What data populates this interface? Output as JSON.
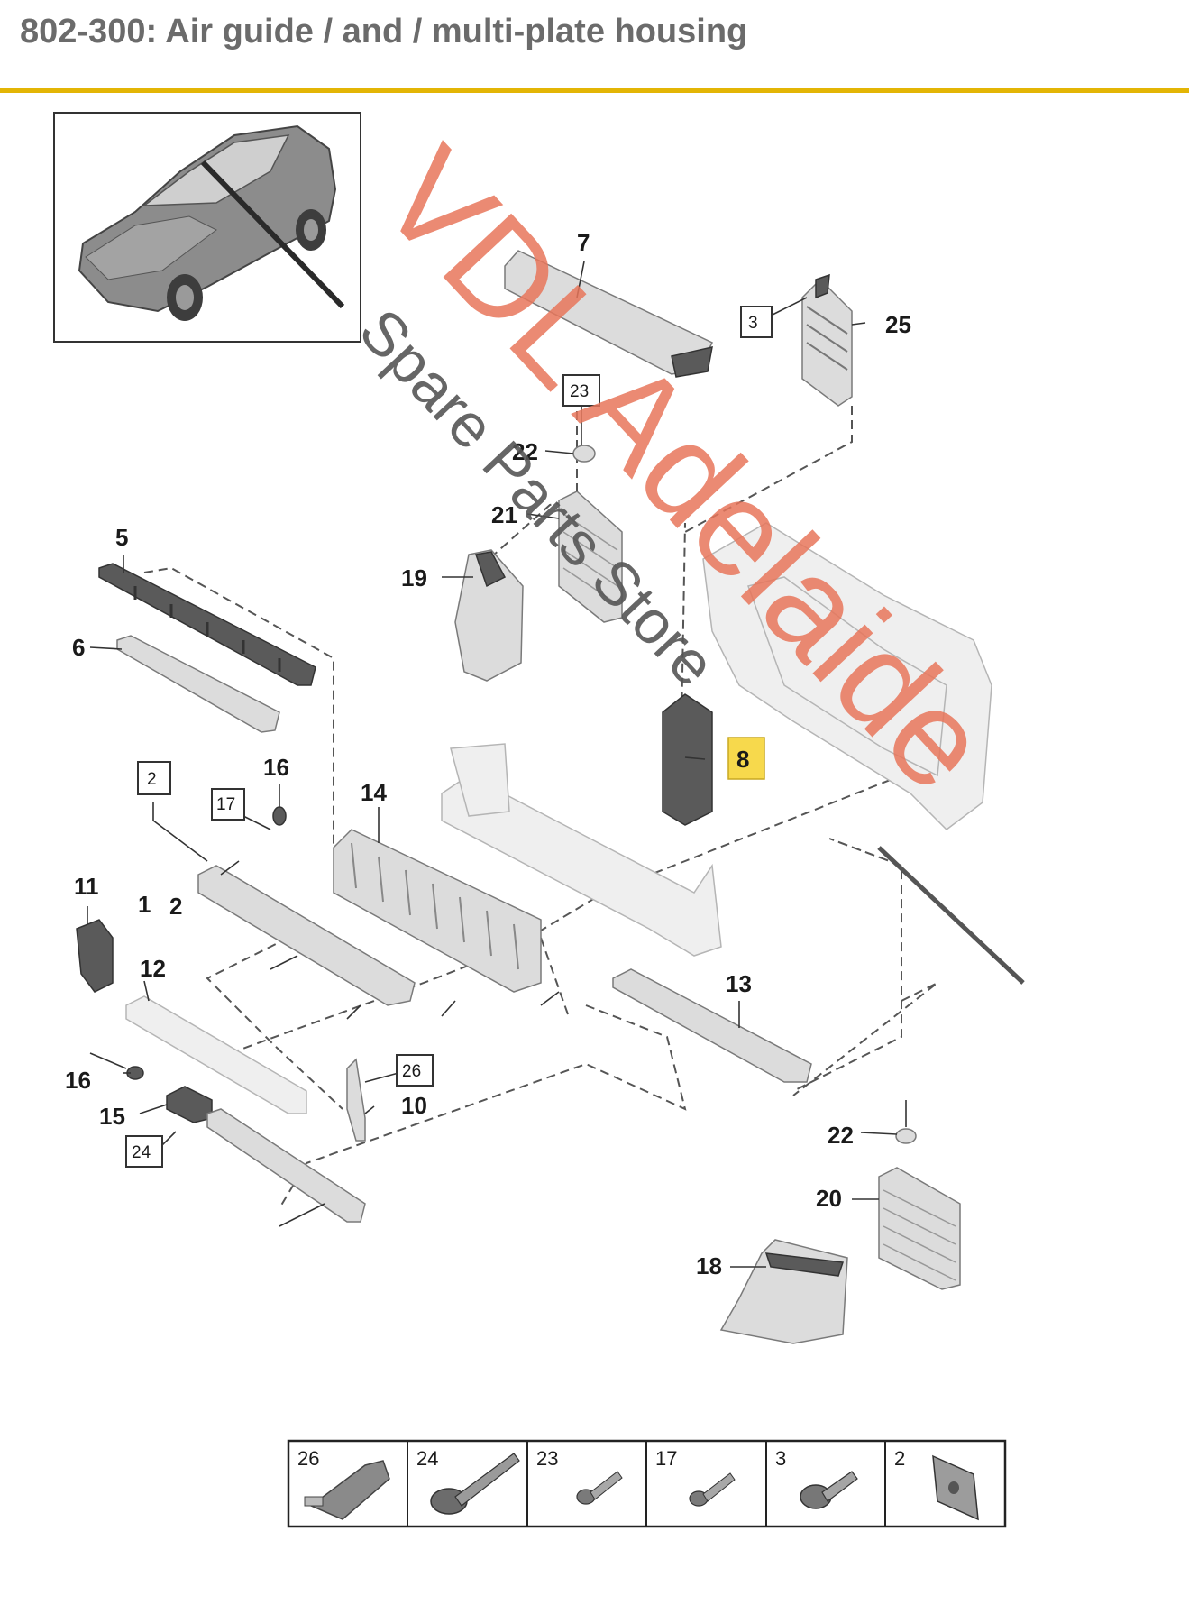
{
  "header": {
    "title": "802-300: Air guide / and / multi-plate housing",
    "accent_color": "#e3b505"
  },
  "watermark": {
    "line1": "VDL Adelaide",
    "line2": "Spare Parts Store",
    "line1_color": "#e8765a",
    "line2_color": "#555555"
  },
  "callouts": {
    "c1": "1",
    "c2a": "2",
    "c2b": "2",
    "c3": "3",
    "c5": "5",
    "c6": "6",
    "c7": "7",
    "c8": "8",
    "c10": "10",
    "c11": "11",
    "c12": "12",
    "c13": "13",
    "c14": "14",
    "c15": "15",
    "c16a": "16",
    "c16b": "16",
    "c17": "17",
    "c18": "18",
    "c19": "19",
    "c20": "20",
    "c21": "21",
    "c22a": "22",
    "c22b": "22",
    "c23": "23",
    "c24": "24",
    "c25": "25",
    "c26": "26"
  },
  "highlight_color": "#f7d94c",
  "fastener_table": [
    "26",
    "24",
    "23",
    "17",
    "3",
    "2"
  ],
  "icons": {
    "vehicle": "vehicle-overview-icon",
    "fasteners": [
      "bushing-icon",
      "long-bolt-icon",
      "screw-icon",
      "screw-icon",
      "flange-bolt-icon",
      "clip-nut-icon"
    ]
  }
}
